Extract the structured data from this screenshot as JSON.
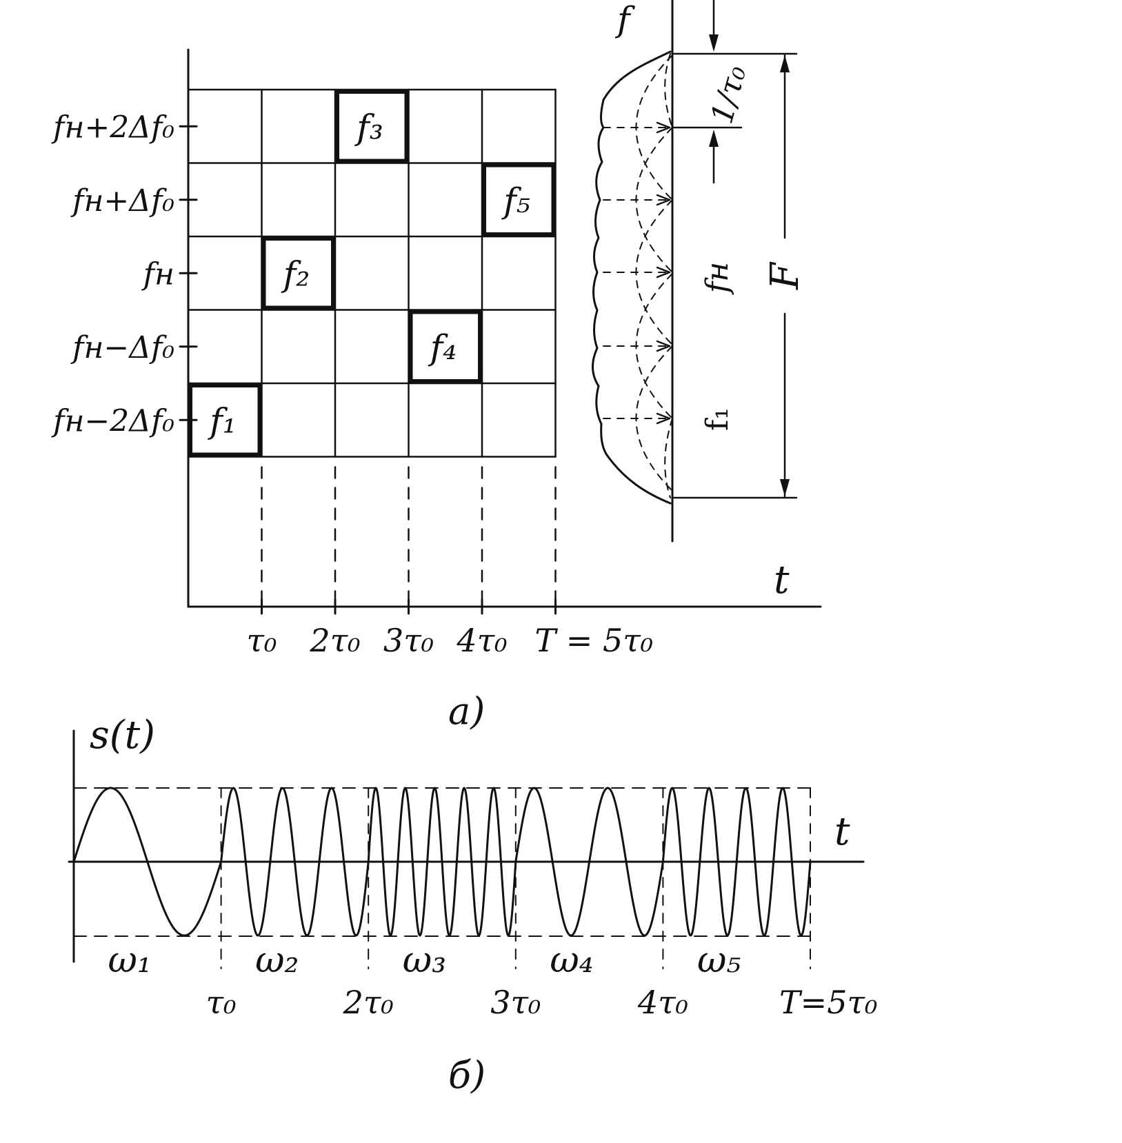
{
  "panel_a": {
    "caption": "а)",
    "row_labels": [
      "fн+2Δf₀",
      "fн+Δf₀",
      "fн",
      "fн−Δf₀",
      "fн−2Δf₀"
    ],
    "column_labels": [
      "τ₀",
      "2τ₀",
      "3τ₀",
      "4τ₀",
      "T = 5τ₀"
    ],
    "time_axis_label": "t",
    "freq_axis_label": "f",
    "hops": [
      {
        "label": "f₁",
        "slot": 1,
        "level": -2
      },
      {
        "label": "f₂",
        "slot": 2,
        "level": 0
      },
      {
        "label": "f₃",
        "slot": 3,
        "level": 2
      },
      {
        "label": "f₄",
        "slot": 4,
        "level": -1
      },
      {
        "label": "f₅",
        "slot": 5,
        "level": 1
      }
    ],
    "spectrum": {
      "bandwidth_label": "F",
      "spacing_label": "1/τ₀",
      "center_label": "fн",
      "low_label": "f₁"
    }
  },
  "panel_b": {
    "caption": "б)",
    "signal_label": "s(t)",
    "time_axis_label": "t",
    "segments": [
      {
        "label": "ω₁",
        "cycles": 1
      },
      {
        "label": "ω₂",
        "cycles": 3
      },
      {
        "label": "ω₃",
        "cycles": 5
      },
      {
        "label": "ω₄",
        "cycles": 2
      },
      {
        "label": "ω₅",
        "cycles": 4
      }
    ],
    "tick_labels": [
      "τ₀",
      "2τ₀",
      "3τ₀",
      "4τ₀",
      "T=5τ₀"
    ]
  }
}
